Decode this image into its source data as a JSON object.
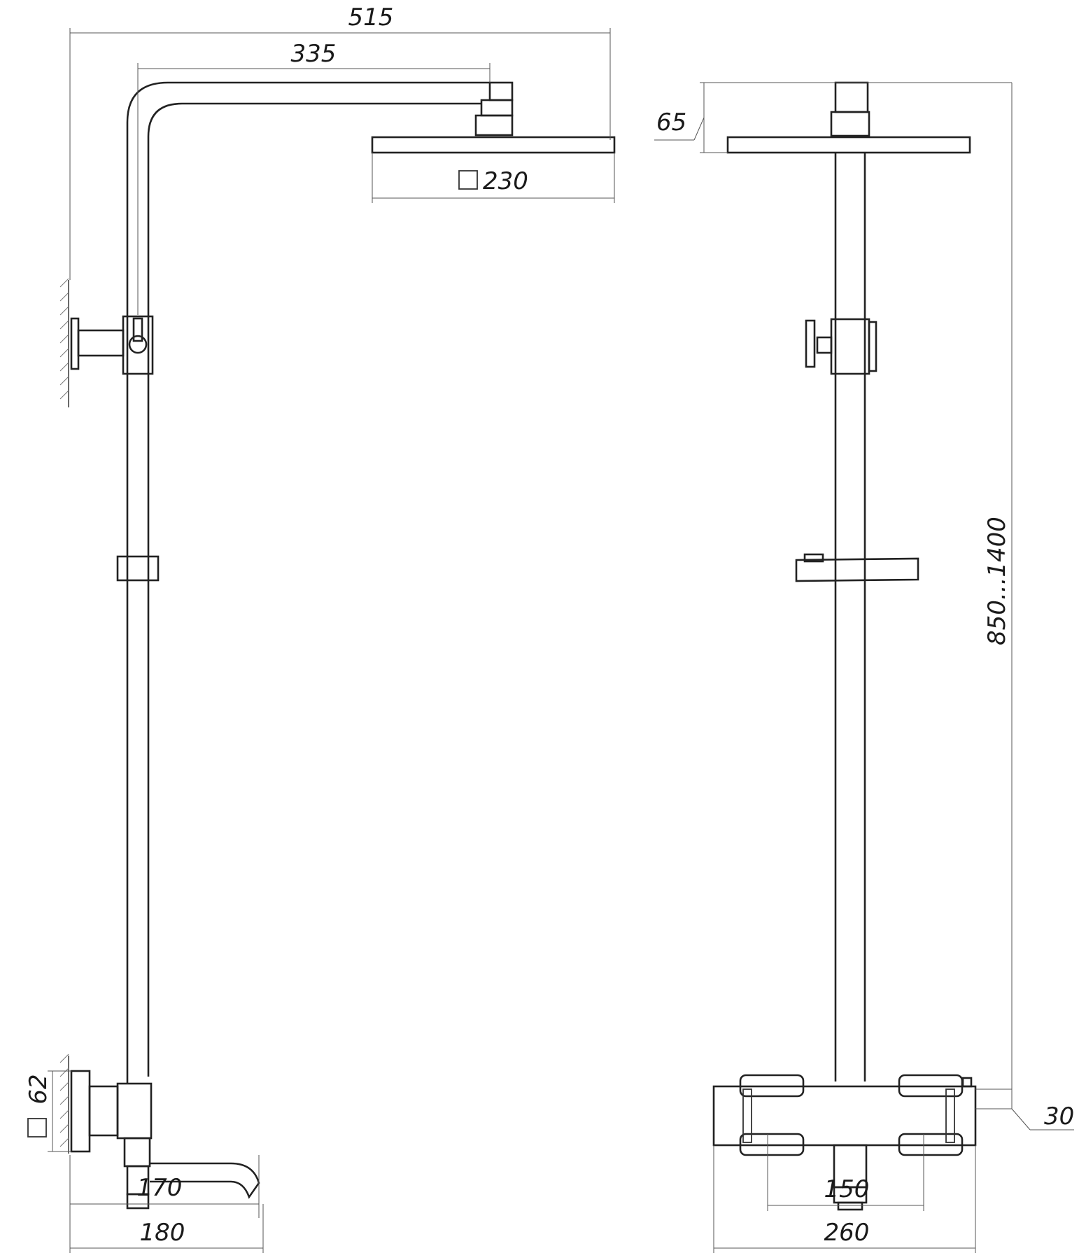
{
  "dimensions": {
    "total_projection": "515",
    "arm_length": "335",
    "head_size": "230",
    "head_offset": "65",
    "height_range": "850...1400",
    "mount_size": "62",
    "spout_depth": "170",
    "wall_depth": "180",
    "mixer_width": "260",
    "inlet_spacing": "150",
    "mixer_height": "30"
  },
  "symbols": {
    "square_section": "square-section-icon"
  }
}
